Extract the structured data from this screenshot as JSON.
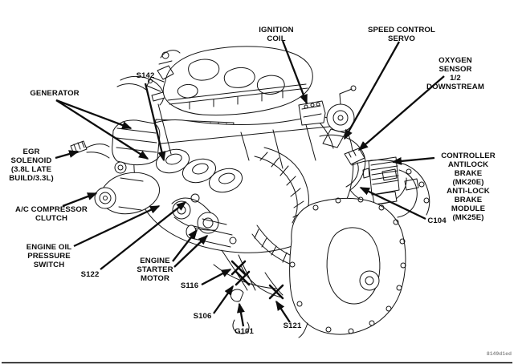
{
  "colors": {
    "ink": "#141414",
    "arrow": "#0d0d0d",
    "watermark_gray": "#8d8d8d",
    "background": "#ffffff"
  },
  "labels": {
    "ignition_coil": {
      "text": "IGNITION\nCOIL"
    },
    "speed_control_servo": {
      "text": "SPEED CONTROL\nSERVO"
    },
    "oxygen_sensor": {
      "text": "OXYGEN SENSOR\n1/2 DOWNSTREAM"
    },
    "generator": {
      "text": "GENERATOR"
    },
    "s142": {
      "text": "S142"
    },
    "egr_solenoid": {
      "text": "EGR\nSOLENOID\n(3.8L LATE\nBUILD/3.3L)"
    },
    "ac_compressor_clutch": {
      "text": "A/C COMPRESSOR\nCLUTCH"
    },
    "engine_oil_pressure_switch": {
      "text": "ENGINE OIL\nPRESSURE\nSWITCH"
    },
    "s122": {
      "text": "S122"
    },
    "engine_starter_motor": {
      "text": "ENGINE\nSTARTER\nMOTOR"
    },
    "s116": {
      "text": "S116"
    },
    "s106": {
      "text": "S106"
    },
    "g101": {
      "text": "G101"
    },
    "s121": {
      "text": "S121"
    },
    "c104": {
      "text": "C104"
    },
    "abs_controller": {
      "text": "CONTROLLER\nANTILOCK\nBRAKE\n(MK20E)\nANTI-LOCK BRAKE\nMODULE\n(MK25E)"
    }
  },
  "watermark": {
    "text": "8149d1ed"
  }
}
